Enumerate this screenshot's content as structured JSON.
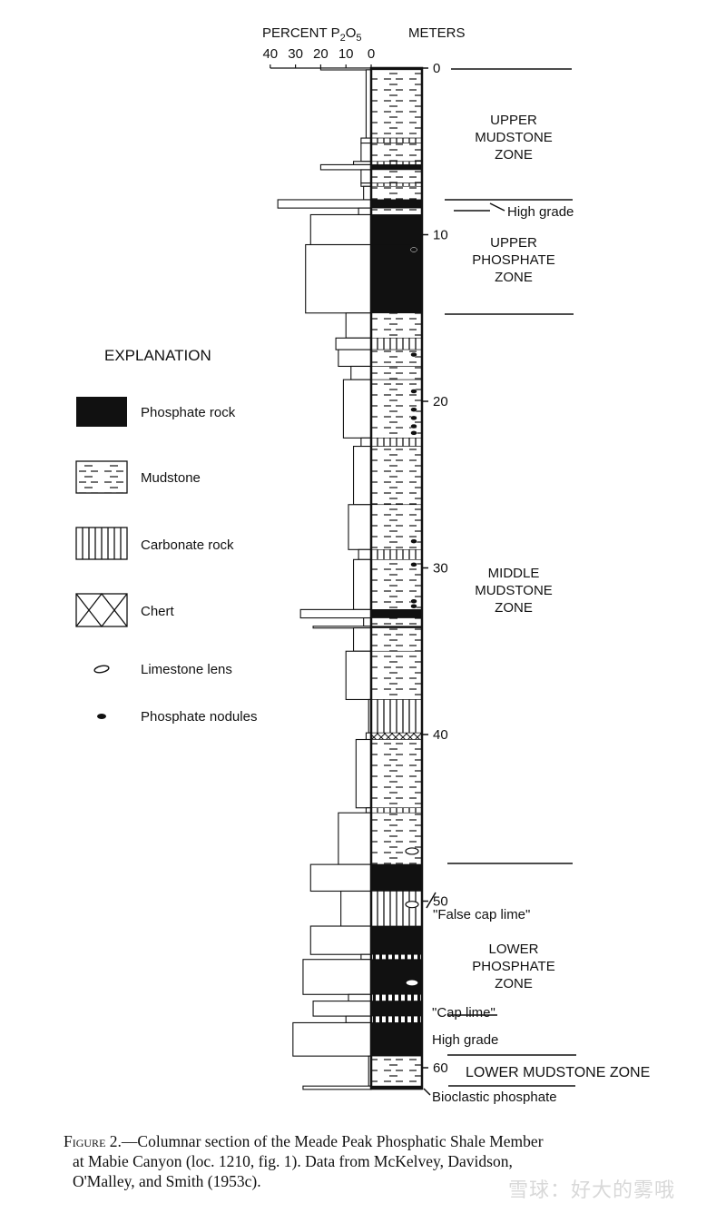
{
  "header": {
    "percent_label": "PERCENT P",
    "percent_sub1": "2",
    "percent_o": "O",
    "percent_sub2": "5",
    "meters_label": "METERS",
    "percent_ticks": [
      "40",
      "30",
      "20",
      "10",
      "0"
    ]
  },
  "meter_ticks": [
    "0",
    "10",
    "20",
    "30",
    "40",
    "50",
    "60"
  ],
  "zones": {
    "upper_mudstone": [
      "UPPER",
      "MUDSTONE",
      "ZONE"
    ],
    "upper_phosphate": [
      "UPPER",
      "PHOSPHATE",
      "ZONE"
    ],
    "middle_mudstone": [
      "MIDDLE",
      "MUDSTONE",
      "ZONE"
    ],
    "lower_phosphate": [
      "LOWER",
      "PHOSPHATE",
      "ZONE"
    ],
    "lower_mudstone": "LOWER MUDSTONE ZONE"
  },
  "annotations": {
    "high_grade_upper": "High grade",
    "false_cap_lime": "\"False cap lime\"",
    "cap_lime": "\"Cap lime\"",
    "high_grade_lower": "High grade",
    "bioclastic": "Bioclastic phosphate"
  },
  "legend": {
    "title": "EXPLANATION",
    "items": [
      {
        "label": "Phosphate rock",
        "type": "phosphate"
      },
      {
        "label": "Mudstone",
        "type": "mudstone"
      },
      {
        "label": "Carbonate rock",
        "type": "carbonate"
      },
      {
        "label": "Chert",
        "type": "chert"
      },
      {
        "label": "Limestone lens",
        "type": "lens"
      },
      {
        "label": "Phosphate nodules",
        "type": "nodule"
      }
    ]
  },
  "section": {
    "beds": [
      {
        "top": 0,
        "bottom": 0.1,
        "lith": "phosphate",
        "p2o5": 20
      },
      {
        "top": 0.1,
        "bottom": 4.2,
        "lith": "mudstone",
        "p2o5": 2
      },
      {
        "top": 4.2,
        "bottom": 4.5,
        "lith": "carbonate",
        "p2o5": 4
      },
      {
        "top": 4.5,
        "bottom": 5.6,
        "lith": "mudstone",
        "p2o5": 4
      },
      {
        "top": 5.6,
        "bottom": 5.8,
        "lith": "carbonate",
        "p2o5": 7
      },
      {
        "top": 5.8,
        "bottom": 6.1,
        "lith": "phosphate",
        "p2o5": 20
      },
      {
        "top": 6.1,
        "bottom": 6.9,
        "lith": "mudstone",
        "p2o5": 4
      },
      {
        "top": 6.9,
        "bottom": 7.1,
        "lith": "carbonate",
        "p2o5": 4
      },
      {
        "top": 7.1,
        "bottom": 7.9,
        "lith": "mudstone",
        "p2o5": 3
      },
      {
        "top": 7.9,
        "bottom": 8.4,
        "lith": "phosphate",
        "p2o5": 37
      },
      {
        "top": 8.4,
        "bottom": 8.8,
        "lith": "mudstone",
        "p2o5": 5
      },
      {
        "top": 8.8,
        "bottom": 10.6,
        "lith": "phosphate",
        "p2o5": 24
      },
      {
        "top": 10.6,
        "bottom": 14.7,
        "lith": "phosphate",
        "p2o5": 26
      },
      {
        "top": 14.7,
        "bottom": 16.2,
        "lith": "mudstone",
        "p2o5": 10
      },
      {
        "top": 16.2,
        "bottom": 16.9,
        "lith": "carbonate",
        "p2o5": 14
      },
      {
        "top": 16.9,
        "bottom": 17.9,
        "lith": "mudstone",
        "p2o5": 13
      },
      {
        "top": 17.9,
        "bottom": 18.7,
        "lith": "mudstone",
        "p2o5": 8
      },
      {
        "top": 18.7,
        "bottom": 22.2,
        "lith": "mudstone",
        "p2o5": 11
      },
      {
        "top": 22.2,
        "bottom": 22.7,
        "lith": "carbonate",
        "p2o5": 4
      },
      {
        "top": 22.7,
        "bottom": 26.2,
        "lith": "mudstone",
        "p2o5": 7
      },
      {
        "top": 26.2,
        "bottom": 28.9,
        "lith": "mudstone",
        "p2o5": 9
      },
      {
        "top": 28.9,
        "bottom": 29.5,
        "lith": "carbonate",
        "p2o5": 5
      },
      {
        "top": 29.5,
        "bottom": 32.5,
        "lith": "mudstone",
        "p2o5": 7
      },
      {
        "top": 32.5,
        "bottom": 33.0,
        "lith": "phosphate",
        "p2o5": 28
      },
      {
        "top": 33.0,
        "bottom": 33.5,
        "lith": "mudstone",
        "p2o5": 3
      },
      {
        "top": 33.5,
        "bottom": 33.6,
        "lith": "phosphate",
        "p2o5": 23
      },
      {
        "top": 33.6,
        "bottom": 35.0,
        "lith": "mudstone",
        "p2o5": 7
      },
      {
        "top": 35.0,
        "bottom": 37.9,
        "lith": "mudstone",
        "p2o5": 10
      },
      {
        "top": 37.9,
        "bottom": 39.9,
        "lith": "carbonate",
        "p2o5": 1
      },
      {
        "top": 39.9,
        "bottom": 40.3,
        "lith": "chert",
        "p2o5": 2
      },
      {
        "top": 40.3,
        "bottom": 44.4,
        "lith": "mudstone",
        "p2o5": 6
      },
      {
        "top": 44.4,
        "bottom": 44.7,
        "lith": "carbonate",
        "p2o5": 2
      },
      {
        "top": 44.7,
        "bottom": 47.8,
        "lith": "mudstone",
        "p2o5": 13
      },
      {
        "top": 47.8,
        "bottom": 49.4,
        "lith": "phosphate",
        "p2o5": 24
      },
      {
        "top": 49.4,
        "bottom": 51.5,
        "lith": "carbonate",
        "p2o5": 12
      },
      {
        "top": 51.5,
        "bottom": 53.2,
        "lith": "phosphate",
        "p2o5": 24
      },
      {
        "top": 53.2,
        "bottom": 53.5,
        "lith": "phosphate-carbonate",
        "p2o5": 4
      },
      {
        "top": 53.5,
        "bottom": 55.6,
        "lith": "phosphate",
        "p2o5": 27
      },
      {
        "top": 55.6,
        "bottom": 56.0,
        "lith": "phosphate-carbonate",
        "p2o5": 9
      },
      {
        "top": 56.0,
        "bottom": 56.9,
        "lith": "phosphate",
        "p2o5": 23
      },
      {
        "top": 56.9,
        "bottom": 57.3,
        "lith": "phosphate-carbonate",
        "p2o5": 10
      },
      {
        "top": 57.3,
        "bottom": 59.3,
        "lith": "phosphate",
        "p2o5": 31
      },
      {
        "top": 59.3,
        "bottom": 61.1,
        "lith": "mudstone",
        "p2o5": 1
      },
      {
        "top": 61.1,
        "bottom": 61.3,
        "lith": "phosphate",
        "p2o5": 27
      }
    ],
    "nodules_m": [
      10.9,
      17.2,
      19.4,
      20.5,
      21.0,
      21.5,
      21.9,
      28.4,
      29.8,
      32.0,
      32.3
    ],
    "lenses_m": [
      47.0,
      50.2,
      54.9
    ]
  },
  "caption": {
    "fig": "Figure 2.",
    "line1": "—Columnar section of the Meade Peak Phosphatic Shale Member",
    "line2": "at Mabie Canyon (loc. 1210, fig. 1). Data from McKelvey, Davidson,",
    "line3": "O'Malley, and Smith (1953c)."
  },
  "watermark": "雪球：好大的雾哦"
}
